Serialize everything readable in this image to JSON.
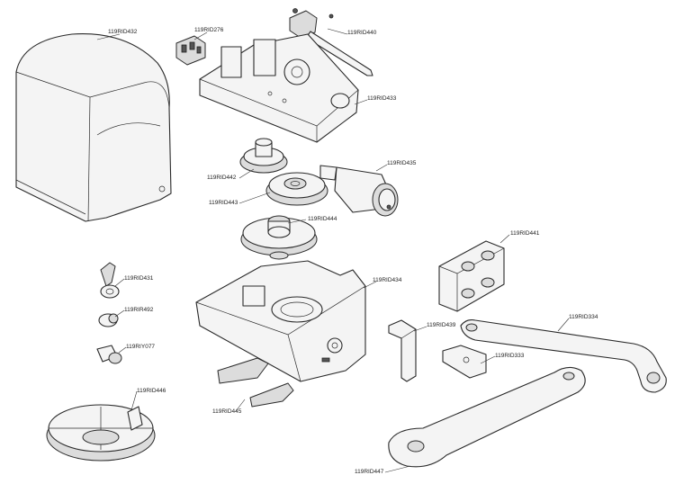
{
  "diagram": {
    "labels": {
      "cover": "119RID432",
      "cable_holder": "119RID276",
      "limit_rod": "119RID440",
      "upper_housing": "119RID433",
      "motor": "119RID435",
      "pinion_gear": "119RID442",
      "double_gear": "119RID443",
      "large_gear": "119RID444",
      "bracket": "119RID441",
      "release_lever": "119RID431",
      "lower_housing": "119RID434",
      "knob": "119RIR492",
      "lock_key": "119RIY077",
      "handle": "119RID439",
      "straight_arm": "119RID334",
      "arm_plate": "119RID333",
      "base_plate": "119RID446",
      "cam_pair": "119RID445",
      "curved_arm": "119RID447"
    }
  }
}
